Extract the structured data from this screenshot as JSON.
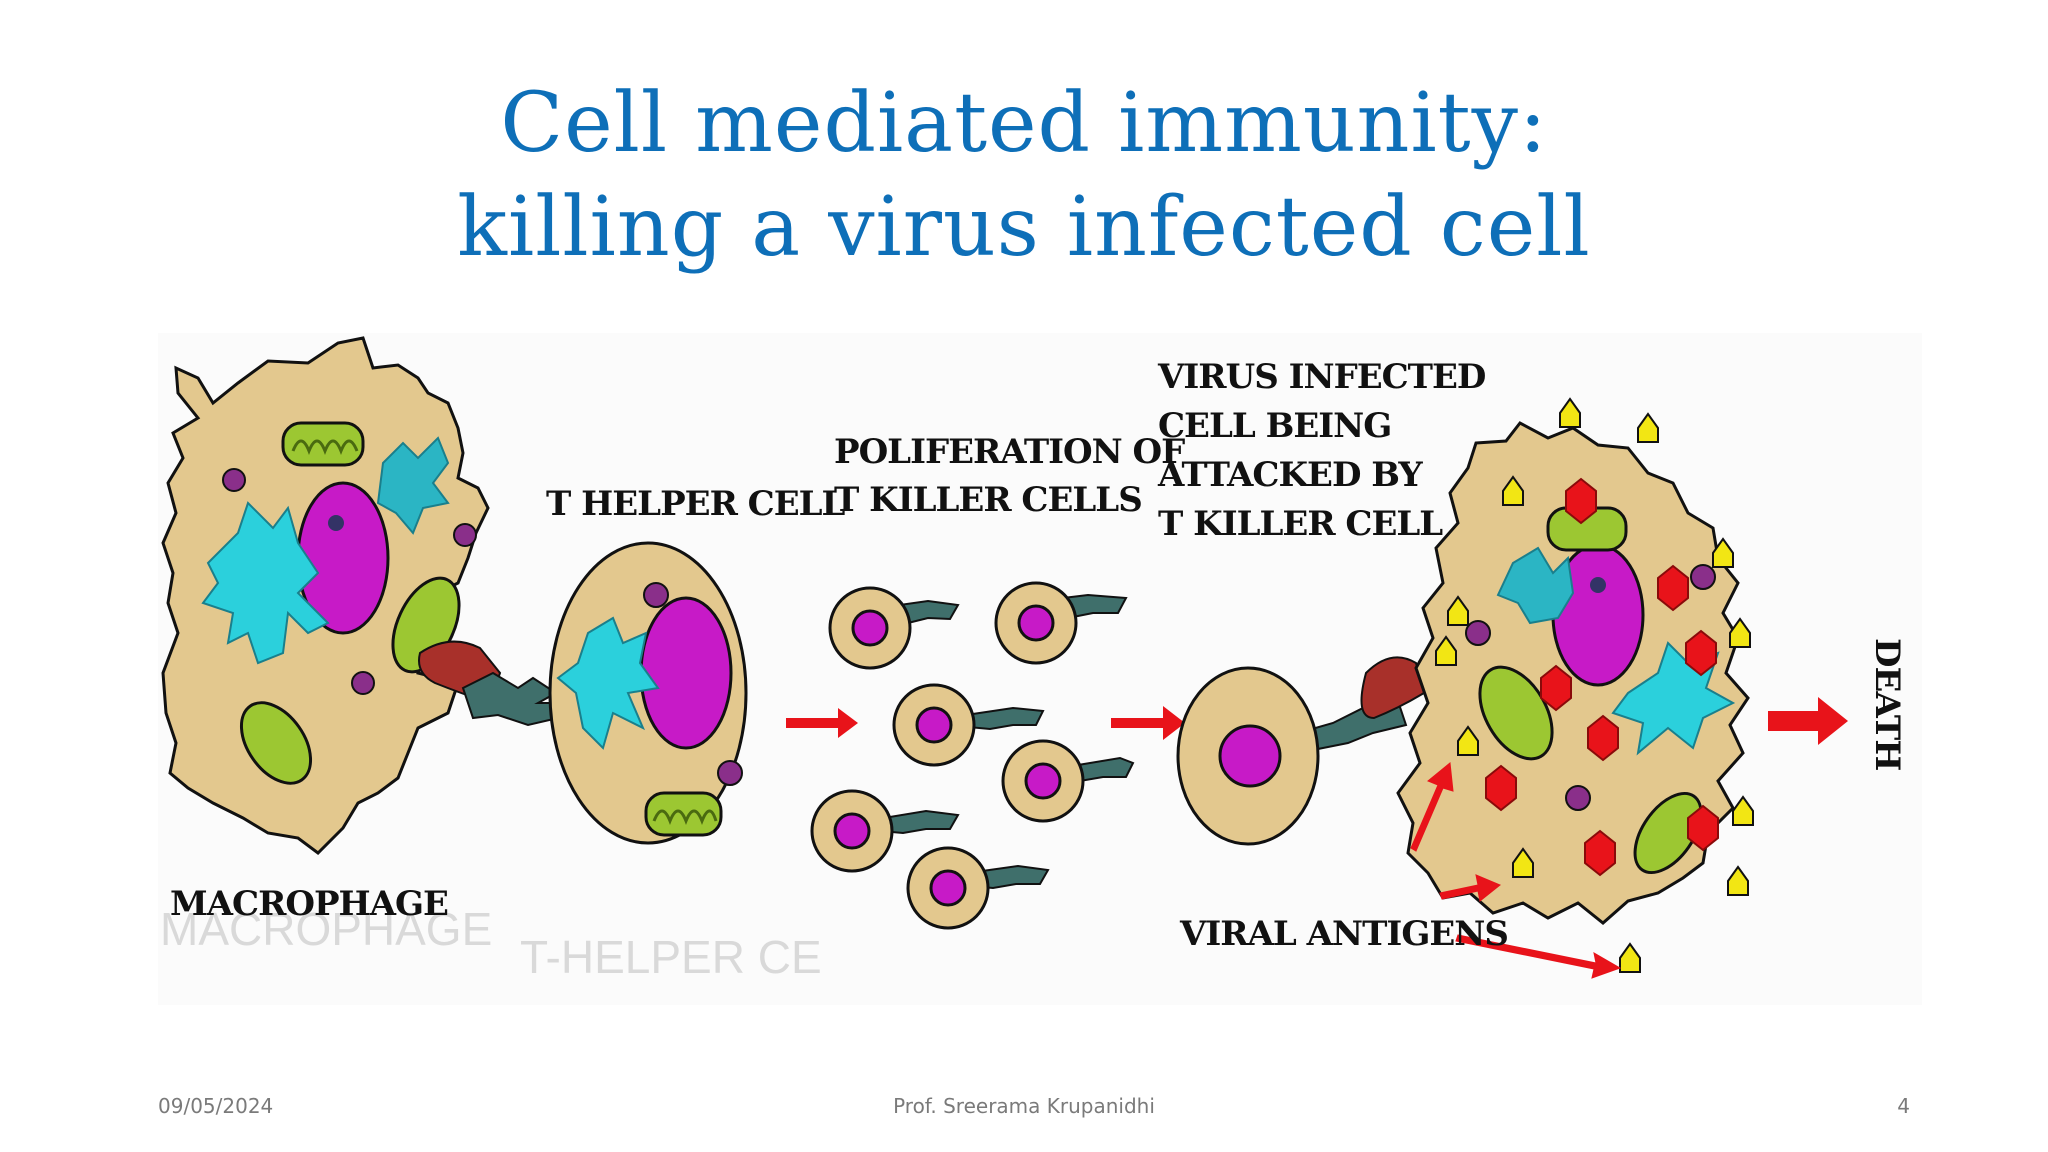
{
  "slide": {
    "title_line1": "Cell mediated immunity:",
    "title_line2": "killing a virus infected cell"
  },
  "diagram": {
    "labels": {
      "t_helper_cell": "T HELPER CELL",
      "proliferation_line1": "POLIFERATION OF",
      "proliferation_line2": "T KILLER CELLS",
      "infected_line1": "VIRUS INFECTED",
      "infected_line2": "CELL BEING",
      "infected_line3": "ATTACKED BY",
      "infected_line4": "T KILLER CELL",
      "macrophage": "MACROPHAGE",
      "viral_antigens": "VIRAL ANTIGENS",
      "death": "DEATH"
    },
    "ghost_text": {
      "macrophage": "MACROPHAGE",
      "t_helper": "T-HELPER CE"
    },
    "colors": {
      "cell_body": "#e3c88e",
      "nucleus": "#c71ac7",
      "mitochondria": "#9cc732",
      "golgi": "#2bb5c4",
      "receptor": "#3f6f6b",
      "antigen": "#f2e614",
      "arrow": "#e8131a",
      "infected_marker": "#e8131a",
      "outline": "#111111"
    }
  },
  "footer": {
    "date": "09/05/2024",
    "author": "Prof. Sreerama Krupanidhi",
    "page": "4"
  }
}
